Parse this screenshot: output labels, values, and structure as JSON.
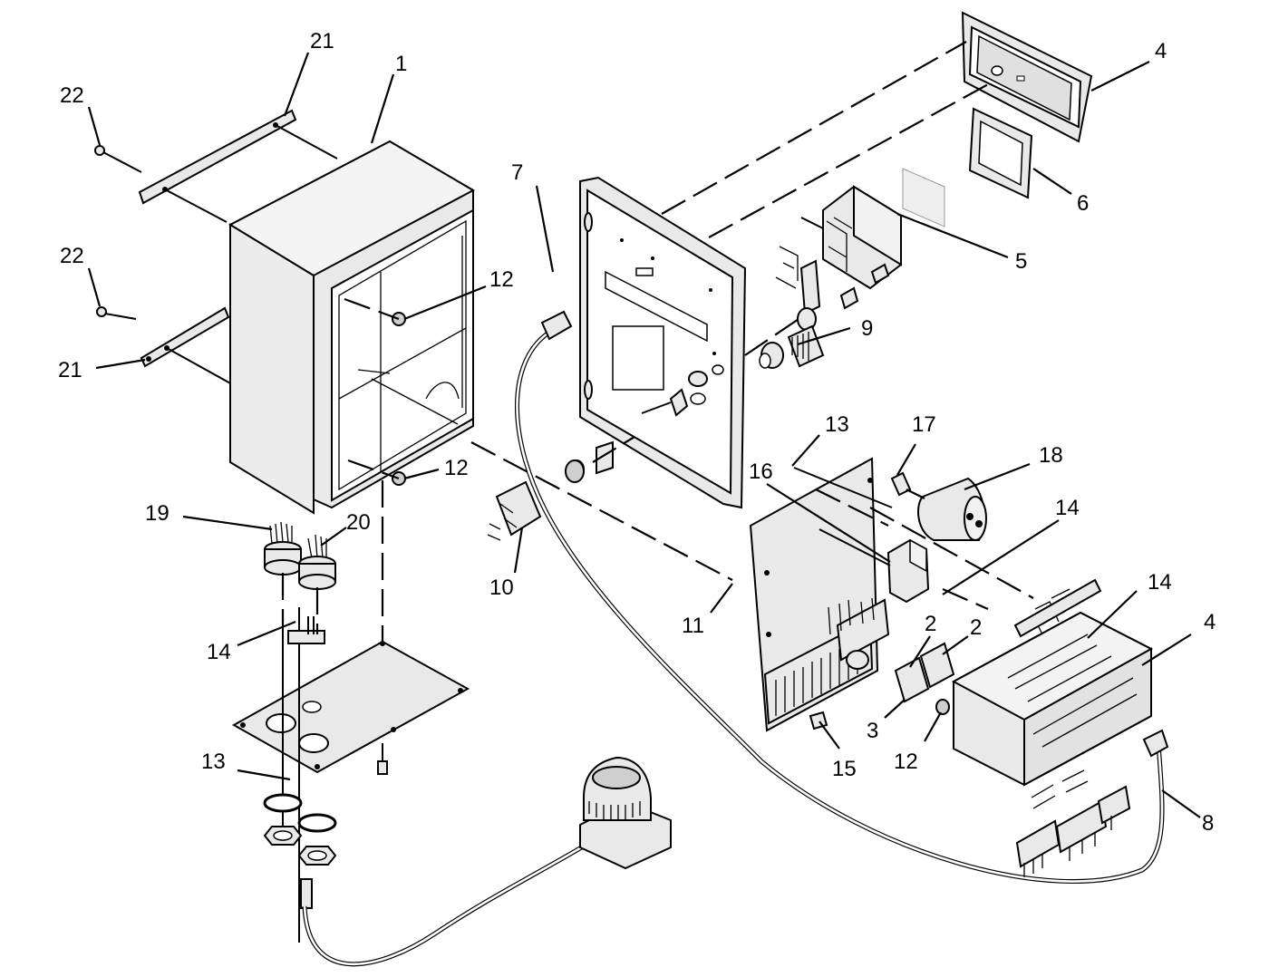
{
  "callouts": [
    {
      "id": "c21a",
      "text": "21"
    },
    {
      "id": "c1",
      "text": "1"
    },
    {
      "id": "c22a",
      "text": "22"
    },
    {
      "id": "c22b",
      "text": "22"
    },
    {
      "id": "c21b",
      "text": "21"
    },
    {
      "id": "c12a",
      "text": "12"
    },
    {
      "id": "c12b",
      "text": "12"
    },
    {
      "id": "c7",
      "text": "7"
    },
    {
      "id": "c4a",
      "text": "4"
    },
    {
      "id": "c6",
      "text": "6"
    },
    {
      "id": "c5",
      "text": "5"
    },
    {
      "id": "c9",
      "text": "9"
    },
    {
      "id": "c13a",
      "text": "13"
    },
    {
      "id": "c17",
      "text": "17"
    },
    {
      "id": "c18",
      "text": "18"
    },
    {
      "id": "c16",
      "text": "16"
    },
    {
      "id": "c14a",
      "text": "14"
    },
    {
      "id": "c19",
      "text": "19"
    },
    {
      "id": "c20",
      "text": "20"
    },
    {
      "id": "c10",
      "text": "10"
    },
    {
      "id": "c11",
      "text": "11"
    },
    {
      "id": "c14b",
      "text": "14"
    },
    {
      "id": "c14c",
      "text": "14"
    },
    {
      "id": "c4b",
      "text": "4"
    },
    {
      "id": "c2a",
      "text": "2"
    },
    {
      "id": "c2b",
      "text": "2"
    },
    {
      "id": "c3",
      "text": "3"
    },
    {
      "id": "c12c",
      "text": "12"
    },
    {
      "id": "c15",
      "text": "15"
    },
    {
      "id": "c13b",
      "text": "13"
    },
    {
      "id": "c8",
      "text": "8"
    }
  ]
}
